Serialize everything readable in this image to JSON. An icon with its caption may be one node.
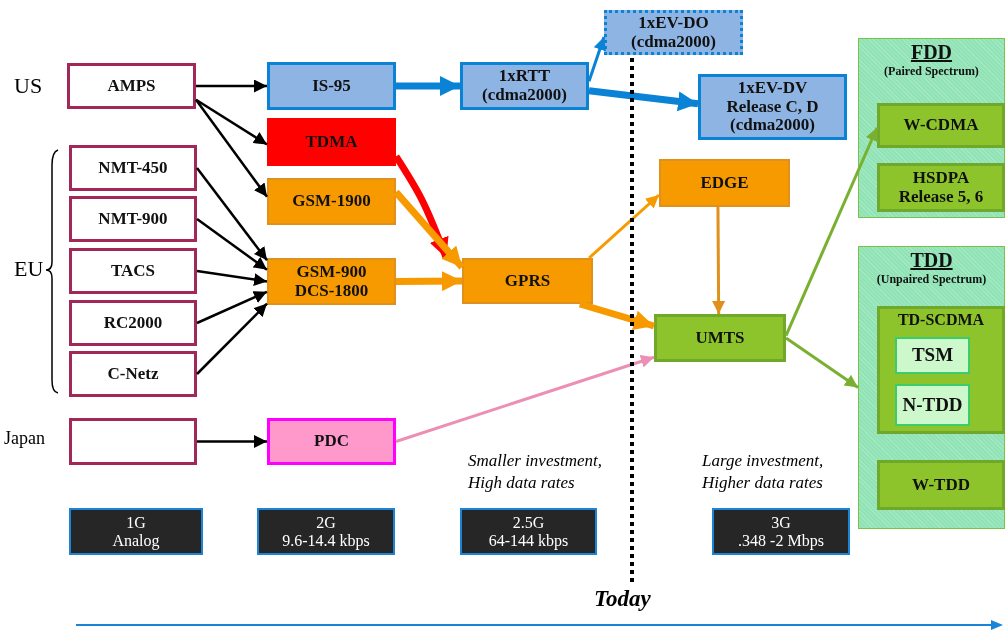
{
  "diagram": {
    "nodes": [
      {
        "text": [
          "AMPS"
        ]
      },
      {
        "text": [
          "NMT-450"
        ]
      },
      {
        "text": [
          "NMT-900"
        ]
      },
      {
        "text": [
          "TACS"
        ]
      },
      {
        "text": [
          "RC2000"
        ]
      },
      {
        "text": [
          "C-Netz"
        ]
      },
      {
        "text": [],
        "shape": "box"
      },
      {
        "text": [
          "IS-95"
        ]
      },
      {
        "text": [
          "TDMA"
        ]
      },
      {
        "text": [
          "GSM-1900"
        ]
      },
      {
        "text": [
          "GSM-900 DCS-1800"
        ]
      },
      {
        "text": [
          "PDC"
        ]
      },
      {
        "text": [
          "1xRTT (cdma2000)"
        ]
      },
      {
        "text": [
          "1xEV-DO (cdma2000)"
        ]
      },
      {
        "text": [
          "1xEV-DV Release C, D (cdma2000)"
        ]
      },
      {
        "text": [
          "GPRS"
        ]
      },
      {
        "text": [
          "EDGE"
        ]
      },
      {
        "text": [
          "UMTS"
        ]
      },
      {
        "text": [
          "FDD",
          "(Paired Spectrum)"
        ]
      },
      {
        "text": [
          "W-CDMA"
        ],
        "in": 18
      },
      {
        "text": [
          "HSDPA Release 5, 6"
        ],
        "in": 18
      },
      {
        "text": [
          "TDD",
          "(Unpaired Spectrum)"
        ]
      },
      {
        "text": [
          "TD-SCDMA"
        ],
        "in": 21
      },
      {
        "text": [
          "TSM"
        ],
        "in": 22
      },
      {
        "text": [
          "N-TDD"
        ],
        "in": 22
      },
      {
        "text": [
          "W-TDD"
        ],
        "in": 21
      },
      {
        "text": [
          "1G",
          "Analog"
        ]
      },
      {
        "text": [
          "2G",
          "9.6-14.4 kbps"
        ]
      },
      {
        "text": [
          "2.5G",
          "64-144 kbps"
        ]
      },
      {
        "text": [
          "3G",
          ".348 -2 Mbps"
        ]
      }
    ],
    "edges": [
      {
        "from": 0,
        "to": 7,
        "arrow": "to"
      },
      {
        "from": 0,
        "to": 8,
        "arrow": "to"
      },
      {
        "from": 0,
        "to": 9,
        "arrow": "to"
      },
      {
        "from": 1,
        "to": 10,
        "arrow": "to"
      },
      {
        "from": 2,
        "to": 10,
        "arrow": "to"
      },
      {
        "from": 3,
        "to": 10,
        "arrow": "to"
      },
      {
        "from": 4,
        "to": 10,
        "arrow": "to"
      },
      {
        "from": 5,
        "to": 10,
        "arrow": "to"
      },
      {
        "from": 6,
        "to": 11,
        "arrow": "to"
      },
      {
        "from": 7,
        "to": 12,
        "arrow": "to",
        "style": "thick",
        "color": "#0a82d6"
      },
      {
        "from": 12,
        "to": 13,
        "arrow": "to",
        "color": "#0a82d6"
      },
      {
        "from": 12,
        "to": 14,
        "arrow": "to",
        "style": "thick",
        "color": "#0a82d6"
      },
      {
        "from": 8,
        "to": 15,
        "arrow": "to",
        "style": "thick",
        "color": "#ff0000"
      },
      {
        "from": 9,
        "to": 15,
        "arrow": "to",
        "style": "thick",
        "color": "#f79a00"
      },
      {
        "from": 10,
        "to": 15,
        "arrow": "to",
        "style": "thick",
        "color": "#f79a00"
      },
      {
        "from": 15,
        "to": 16,
        "arrow": "to",
        "color": "#f79a00"
      },
      {
        "from": 16,
        "to": 17,
        "arrow": "to",
        "color": "#e0901c"
      },
      {
        "from": 15,
        "to": 17,
        "arrow": "to",
        "style": "thick",
        "color": "#f79a00"
      },
      {
        "from": 11,
        "to": 17,
        "arrow": "to",
        "color": "#ec8fb5"
      },
      {
        "from": 17,
        "to": 19,
        "arrow": "to",
        "color": "#7ab030"
      },
      {
        "from": 17,
        "to": 21,
        "arrow": "to",
        "color": "#7ab030"
      }
    ],
    "labels": [
      "US",
      "EU",
      "Japan",
      "Smaller investment, High data rates",
      "Large investment, Higher data rates",
      "Today"
    ]
  }
}
